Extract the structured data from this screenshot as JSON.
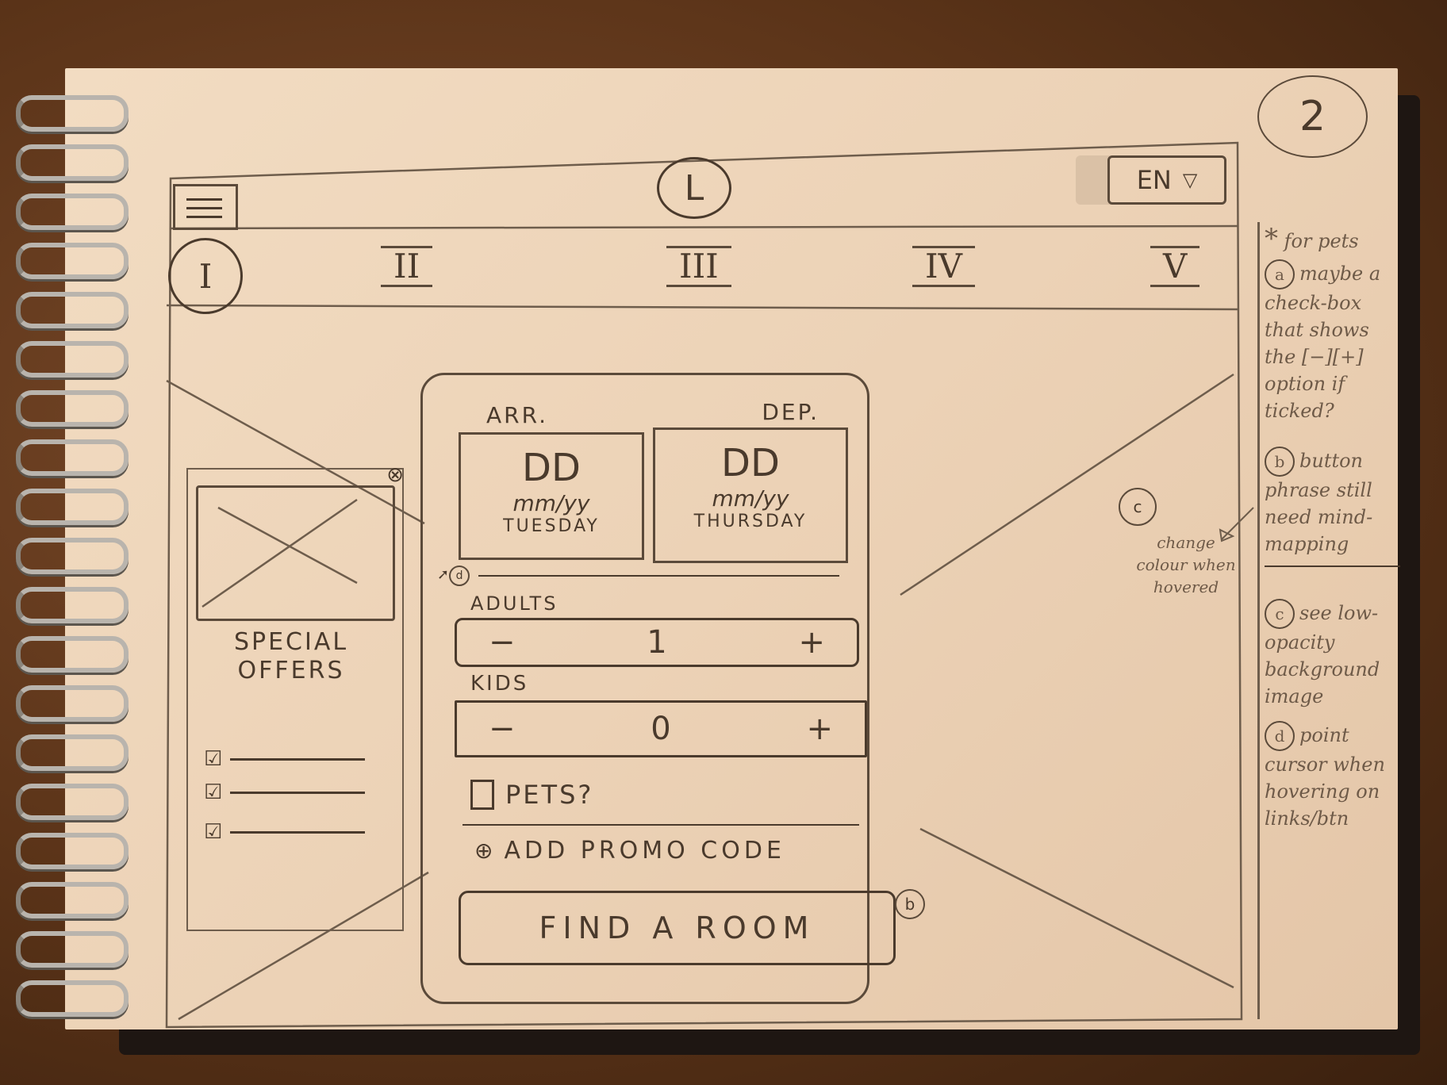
{
  "page_number": "2",
  "header": {
    "menu_icon": "hamburger-icon",
    "logo": "L",
    "language": "EN",
    "language_caret": "▽"
  },
  "nav": {
    "items": [
      {
        "label": "I",
        "active": true
      },
      {
        "label": "II"
      },
      {
        "label": "III"
      },
      {
        "label": "IV"
      },
      {
        "label": "V"
      }
    ]
  },
  "offers": {
    "close_icon": "⊗",
    "title": "SPECIAL OFFERS",
    "checklist": [
      "",
      "",
      ""
    ]
  },
  "booking": {
    "arrival_label": "ARR.",
    "departure_label": "DEP.",
    "arrival": {
      "day": "DD",
      "month_year": "mm/yy",
      "weekday": "TUESDAY"
    },
    "departure": {
      "day": "DD",
      "month_year": "mm/yy",
      "weekday": "THURSDAY"
    },
    "adults_label": "ADULTS",
    "adults": {
      "minus": "−",
      "value": "1",
      "plus": "+"
    },
    "kids_label": "KIDS",
    "kids": {
      "minus": "−",
      "value": "0",
      "plus": "+"
    },
    "pets_label": "PETS?",
    "promo_label": "ADD PROMO CODE",
    "promo_icon": "⊕",
    "submit_label": "FIND A ROOM",
    "annotations": {
      "a": "a",
      "b": "b",
      "c": "c",
      "d": "d"
    }
  },
  "background_note": "change colour when hovered",
  "notes": [
    {
      "tag": "*",
      "text": "for pets"
    },
    {
      "tag": "a",
      "text": "maybe a check-box that shows the [−][+] option if ticked?"
    },
    {
      "tag": "b",
      "text": "button phrase still need mind-mapping"
    },
    {
      "tag": "c",
      "text": "see low-opacity background image"
    },
    {
      "tag": "d",
      "text": "point cursor when hovering on links/btn"
    }
  ]
}
